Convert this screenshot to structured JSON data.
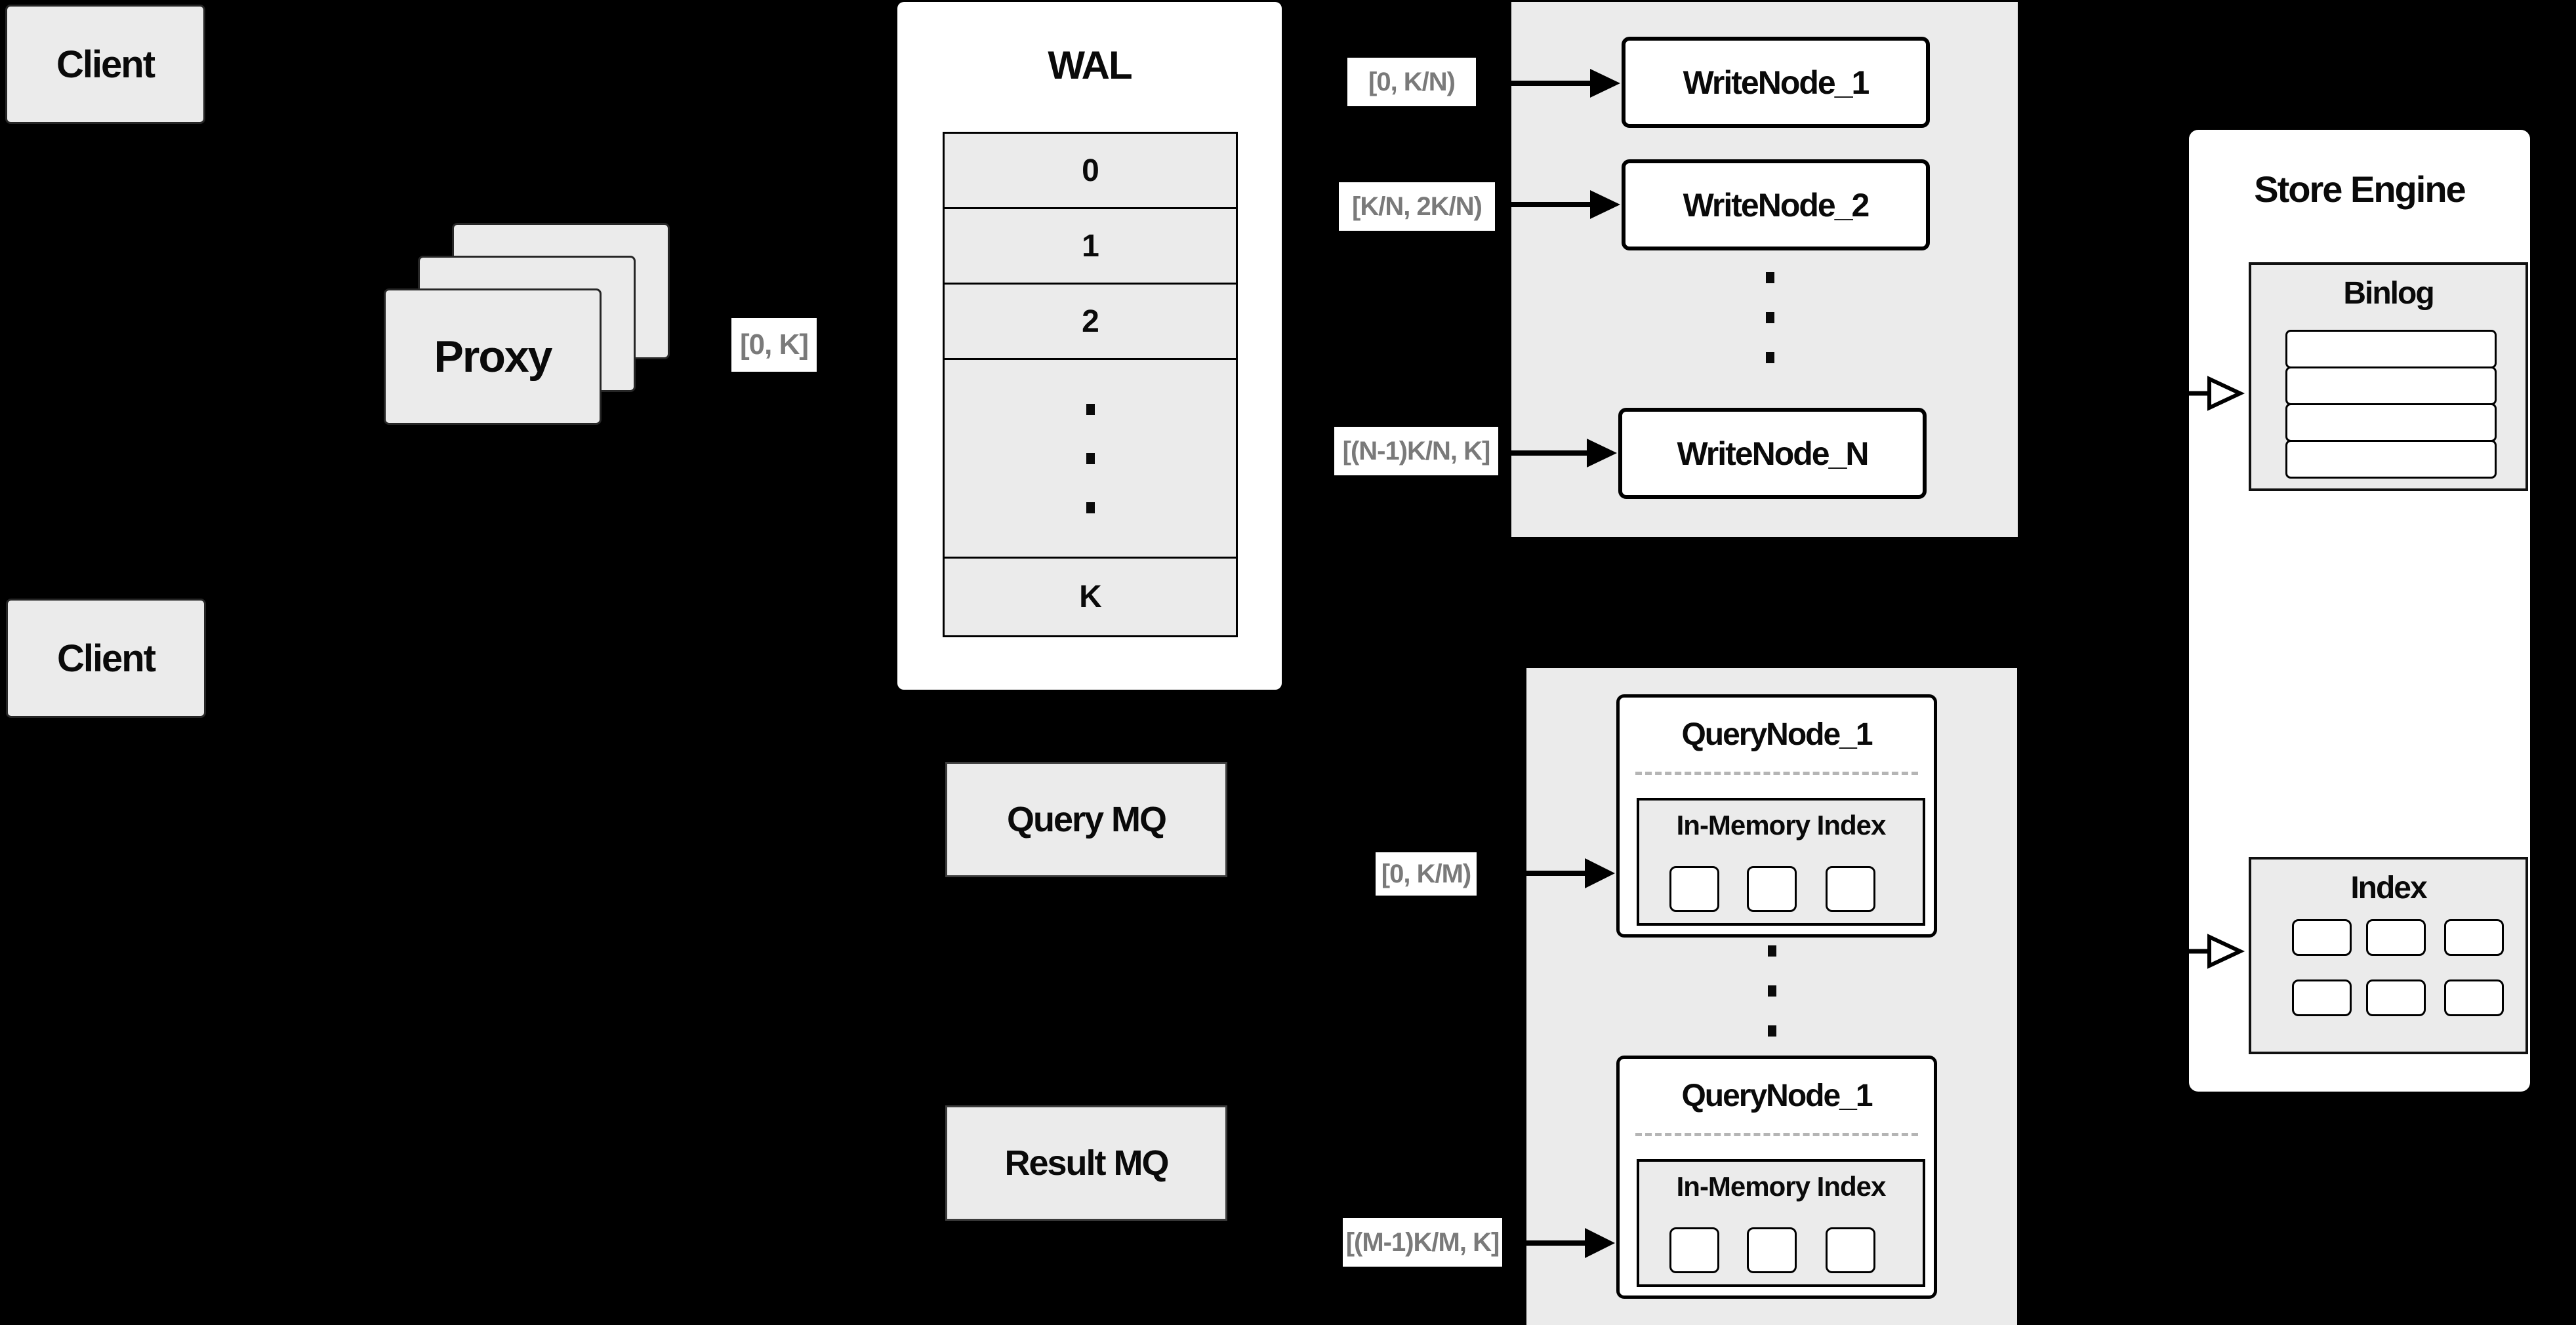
{
  "clients": {
    "top": "Client",
    "bottom": "Client"
  },
  "proxy": {
    "label": "Proxy",
    "output_range": "[0, K]"
  },
  "wal": {
    "title": "WAL",
    "segments": [
      "0",
      "1",
      "2"
    ],
    "last_segment": "K"
  },
  "write_nodes": {
    "items": [
      {
        "range": "[0, K/N)",
        "name": "WriteNode_1"
      },
      {
        "range": "[K/N, 2K/N)",
        "name": "WriteNode_2"
      },
      {
        "range": "[(N-1)K/N, K]",
        "name": "WriteNode_N"
      }
    ]
  },
  "mq": {
    "query": "Query MQ",
    "result": "Result MQ"
  },
  "query_nodes": {
    "items": [
      {
        "range": "[0, K/M)",
        "name": "QueryNode_1",
        "inner_title": "In-Memory Index"
      },
      {
        "range": "[(M-1)K/M, K]",
        "name": "QueryNode_1",
        "inner_title": "In-Memory Index"
      }
    ]
  },
  "store_engine": {
    "title": "Store Engine",
    "binlog_title": "Binlog",
    "index_title": "Index"
  },
  "colors": {
    "background": "#000000",
    "panel_gray": "#ebebeb",
    "card_white": "#ffffff",
    "border_black": "#000000",
    "range_label_text": "#7a7a7a",
    "dashed_separator": "#b5b5b5"
  }
}
